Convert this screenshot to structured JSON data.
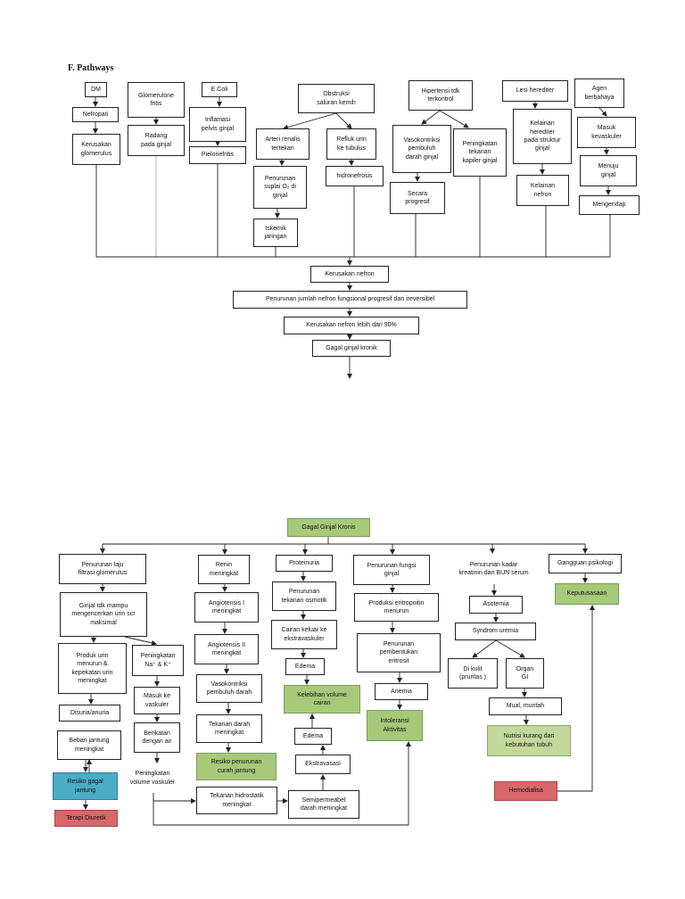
{
  "heading": "F.  Pathways",
  "top_nodes": [
    {
      "id": "dm",
      "label": "DM"
    },
    {
      "id": "nefropati",
      "label": "Nefropati"
    },
    {
      "id": "kerusakan-glomerulus",
      "label": "Kerusakan\nglomerulus"
    },
    {
      "id": "glomerulonefritis",
      "label": "Glomerulone\nfritis"
    },
    {
      "id": "radang-ginjal",
      "label": "Radang\npada ginjal"
    },
    {
      "id": "ecoli",
      "label": "E.Coli"
    },
    {
      "id": "inflamasi",
      "label": "Inflamasi\npelvis ginjal"
    },
    {
      "id": "pielonefritis",
      "label": "Pielonefritis"
    },
    {
      "id": "obstruksi",
      "label": "Obstruksi\nsaluran kemih"
    },
    {
      "id": "arteri-renalis",
      "label": "Arteri renalis\ntertekan"
    },
    {
      "id": "refluk-urin",
      "label": "Refluk urin\nke tubulus"
    },
    {
      "id": "penurunan-suplai",
      "label": "Penurunan\nsuplai O₂ di\nginjal"
    },
    {
      "id": "hidronefrosis",
      "label": "hidronefrosis"
    },
    {
      "id": "iskemik",
      "label": "Iskemik\njaringan"
    },
    {
      "id": "hipertensi",
      "label": "Hipertensi tdk\nterkontrol"
    },
    {
      "id": "vasokontriksi-top",
      "label": "Vasokontriksi\npembuluh\ndarah ginjal"
    },
    {
      "id": "peningkatan-tekanan-kapiler",
      "label": "Peningkatan\ntekanan\nkapiler ginjal"
    },
    {
      "id": "secara-progresif",
      "label": "Secara\nprogresif"
    },
    {
      "id": "lesi-herediter",
      "label": "Lesi herediter"
    },
    {
      "id": "kelainan-herediter",
      "label": "Kelainan\nherediter\npada struktur\nginjal"
    },
    {
      "id": "kelainan-nefron",
      "label": "Kelainan\nnefron"
    },
    {
      "id": "agen-berbahaya",
      "label": "Agen\nberbahaya"
    },
    {
      "id": "masuk-kevaskuler",
      "label": "Masuk\nkevaskuler"
    },
    {
      "id": "menuju-ginjal",
      "label": "Menuju\nginjal"
    },
    {
      "id": "mengendap",
      "label": "Mengendap"
    },
    {
      "id": "kerusakan-nefron",
      "label": "Kerusakan nefron"
    },
    {
      "id": "penurunan-jumlah-nefron",
      "label": "Penurunan jumlah nefron  fungsional progresif dan ireversibel"
    },
    {
      "id": "kerusakan-nefron-90",
      "label": "Kerusakan nefron lebih dari 90%"
    },
    {
      "id": "gagal-ginjal-kronik",
      "label": "Gagal ginjal kronik"
    }
  ],
  "bottom_nodes": [
    {
      "id": "ggk",
      "label": "Gagal Ginjal Kronis",
      "style": "green"
    },
    {
      "id": "penurunan-laju",
      "label": "Penurunan laju\nfiltrasi glomerulus"
    },
    {
      "id": "ginjal-tdk-mampu",
      "label": "Ginjal tdk mampu\nmengencerkan urin scr\nmaksimal"
    },
    {
      "id": "produk-urin",
      "label": "Produk urin\nmenurun &\nkepekatan urin\nmeningkat"
    },
    {
      "id": "peningkatan-na",
      "label": "Peningkatan\nNa⁺ & K⁺"
    },
    {
      "id": "masuk-vaskuler",
      "label": "Masuk ke\nvaskuler"
    },
    {
      "id": "berikatan",
      "label": "Berikatan\ndengan air"
    },
    {
      "id": "disuria",
      "label": "Disuria/anuria"
    },
    {
      "id": "beban-jantung",
      "label": "Beban jantung\nmeningkat"
    },
    {
      "id": "peningkatan-volume",
      "label": "Peningkatan\nvolume vaskuler",
      "style": "plain"
    },
    {
      "id": "resiko-gagal-jantung",
      "label": "Resiko gagal\njantung",
      "style": "blue"
    },
    {
      "id": "terapi-diuretik",
      "label": "Terapi Diuretik",
      "style": "red"
    },
    {
      "id": "renin",
      "label": "Renin\nmeningkat"
    },
    {
      "id": "angiotensis-1",
      "label": "Angiotensis I\nmeningkat"
    },
    {
      "id": "angiotensis-2",
      "label": "Angiotensis II\nmeningkat"
    },
    {
      "id": "vasokontriksi",
      "label": "Vasokontriksi\npembuluh darah"
    },
    {
      "id": "tekanan-darah",
      "label": "Tekanan darah\nmeningkat"
    },
    {
      "id": "resiko-curah-jantung",
      "label": "Resiko penurunan\ncurah jantung",
      "style": "green"
    },
    {
      "id": "tekanan-hidrostatik",
      "label": "Tekanan hidrostatik\nmeningkat"
    },
    {
      "id": "proteinuria",
      "label": "Proteinuria"
    },
    {
      "id": "penurunan-osmotik",
      "label": "Penurunan\ntekanan osmotik"
    },
    {
      "id": "cairan-keluar",
      "label": "Cairan keluar ke\nekstravaskuler"
    },
    {
      "id": "edema-1",
      "label": "Edema"
    },
    {
      "id": "kelebihan-volume",
      "label": "Kelebihan volume\ncairan",
      "style": "green"
    },
    {
      "id": "edema-2",
      "label": "Edema"
    },
    {
      "id": "ekstravasasi",
      "label": "Ekstravasasi"
    },
    {
      "id": "semipermeabel",
      "label": "Semipermeabel\ndarah meningkat"
    },
    {
      "id": "penurunan-fungsi",
      "label": "Penurunan fungsi\nginjal"
    },
    {
      "id": "produksi-eritropoitin",
      "label": "Produksi eritropoitin\nmenurun"
    },
    {
      "id": "penurunan-eritrosit",
      "label": "Penurunan\npembentukan\neritrosit"
    },
    {
      "id": "anemia",
      "label": "Anemia"
    },
    {
      "id": "intoleransi",
      "label": "Intoleransi\nAktivitas",
      "style": "green"
    },
    {
      "id": "penurunan-kadar",
      "label": "Penurunan kadar\nkreatinin dan BUN serum",
      "style": "plain"
    },
    {
      "id": "asotemia",
      "label": "Asotemia"
    },
    {
      "id": "syndrom-uremia",
      "label": "Syndrom uremia"
    },
    {
      "id": "di-kulit",
      "label": "Di kulit\n(pruritas )"
    },
    {
      "id": "organ-gi",
      "label": "Organ\nGI"
    },
    {
      "id": "mual",
      "label": "Mual, muntah"
    },
    {
      "id": "nutrisi",
      "label": "Nutrisi kurang dari\nkebutuhan tubuh",
      "style": "ochre"
    },
    {
      "id": "gangguan-psikologi",
      "label": "Gangguan psikologi"
    },
    {
      "id": "keputusasaan",
      "label": "Keputusasaan",
      "style": "green"
    },
    {
      "id": "hemodialisa",
      "label": "Hemodialisa",
      "style": "red"
    }
  ]
}
